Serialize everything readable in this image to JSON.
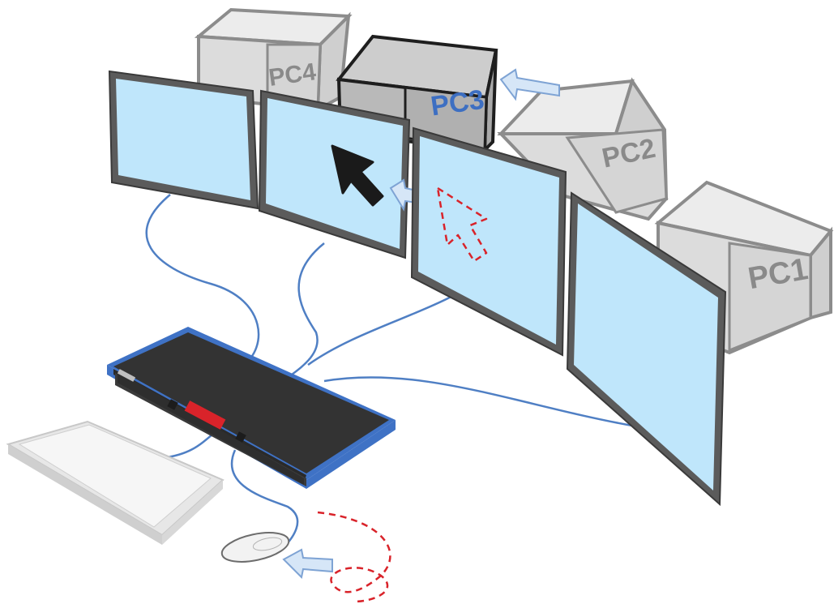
{
  "pcs": [
    {
      "label": "PC1",
      "active": false
    },
    {
      "label": "PC2",
      "active": false
    },
    {
      "label": "PC3",
      "active": true
    },
    {
      "label": "PC4",
      "active": false
    }
  ],
  "colors": {
    "screen": "#bfe6fb",
    "bezel": "#5b5b5b",
    "pc_fill": "#dcdcdc",
    "pc_stroke": "#8c8c8c",
    "pc_active_fill": "#b9b9b9",
    "pc_active_label": "#3d6fc2",
    "pc_label": "#8a8a8a",
    "cable": "#4f7fc4",
    "switch_body": "#3c3c3c",
    "switch_outline": "#3f72c5",
    "arrow": "#d6e6f7",
    "arrow_stroke": "#7ea3d4",
    "ghost_cursor": "#d9232a"
  },
  "icons": [
    "mouse-cursor-icon",
    "ghost-cursor-icon",
    "transition-arrow-icon"
  ]
}
